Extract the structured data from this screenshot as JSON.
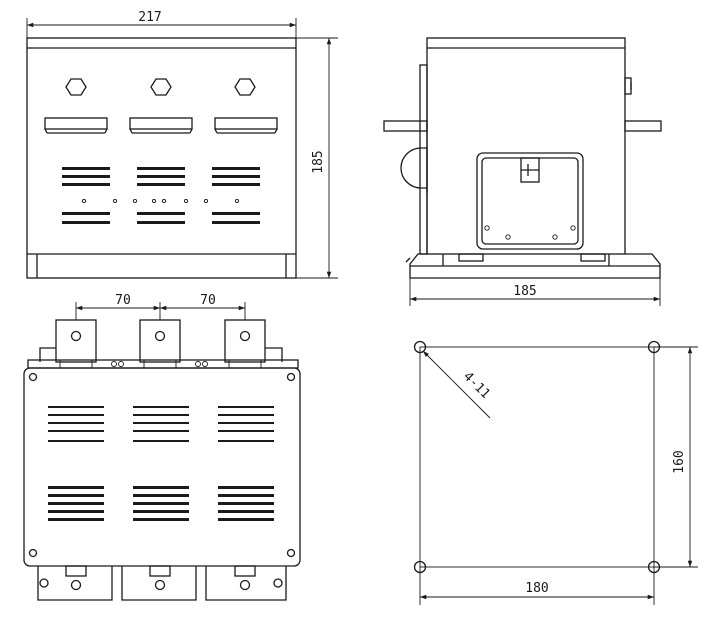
{
  "dimensions": {
    "front_width": "217",
    "front_height": "185",
    "side_width": "185",
    "top_pitch_left": "70",
    "top_pitch_right": "70",
    "mount_hole_label": "4-11",
    "mount_height": "160",
    "mount_width": "180"
  }
}
